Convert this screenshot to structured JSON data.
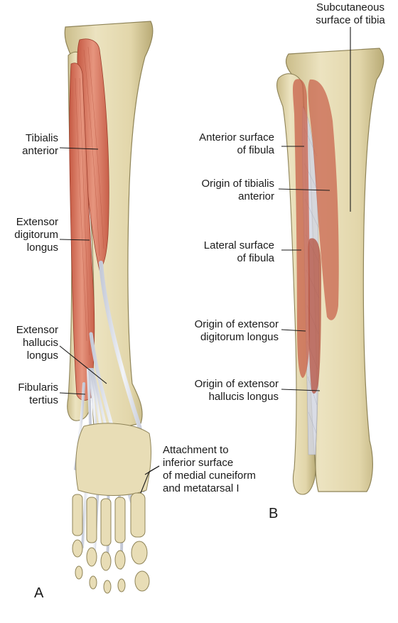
{
  "panels": {
    "a": "A",
    "b": "B"
  },
  "labels_a": {
    "tibialis_anterior": "Tibialis\nanterior",
    "extensor_digitorum_longus": "Extensor\ndigitorum\nlongus",
    "extensor_hallucis_longus": "Extensor\nhallucis\nlongus",
    "fibularis_tertius": "Fibularis\ntertius",
    "attachment": "Attachment to\ninferior surface\nof medial cuneiform\nand metatarsal I"
  },
  "labels_b": {
    "subcutaneous_surface": "Subcutaneous\nsurface of tibia",
    "anterior_surface_fibula": "Anterior surface\nof fibula",
    "origin_tibialis_anterior": "Origin of tibialis\nanterior",
    "lateral_surface_fibula": "Lateral surface\nof fibula",
    "origin_extensor_digitorum": "Origin of extensor\ndigitorum longus",
    "origin_extensor_hallucis": "Origin of extensor\nhallucis longus"
  },
  "colors": {
    "bone": "#e7dcb3",
    "bone_shade": "#cdbf8d",
    "bone_outline": "#8f8458",
    "muscle": "#d7705a",
    "muscle_light": "#e69a82",
    "tendon": "#dfe3ec",
    "membrane": "#c9ccd9"
  }
}
